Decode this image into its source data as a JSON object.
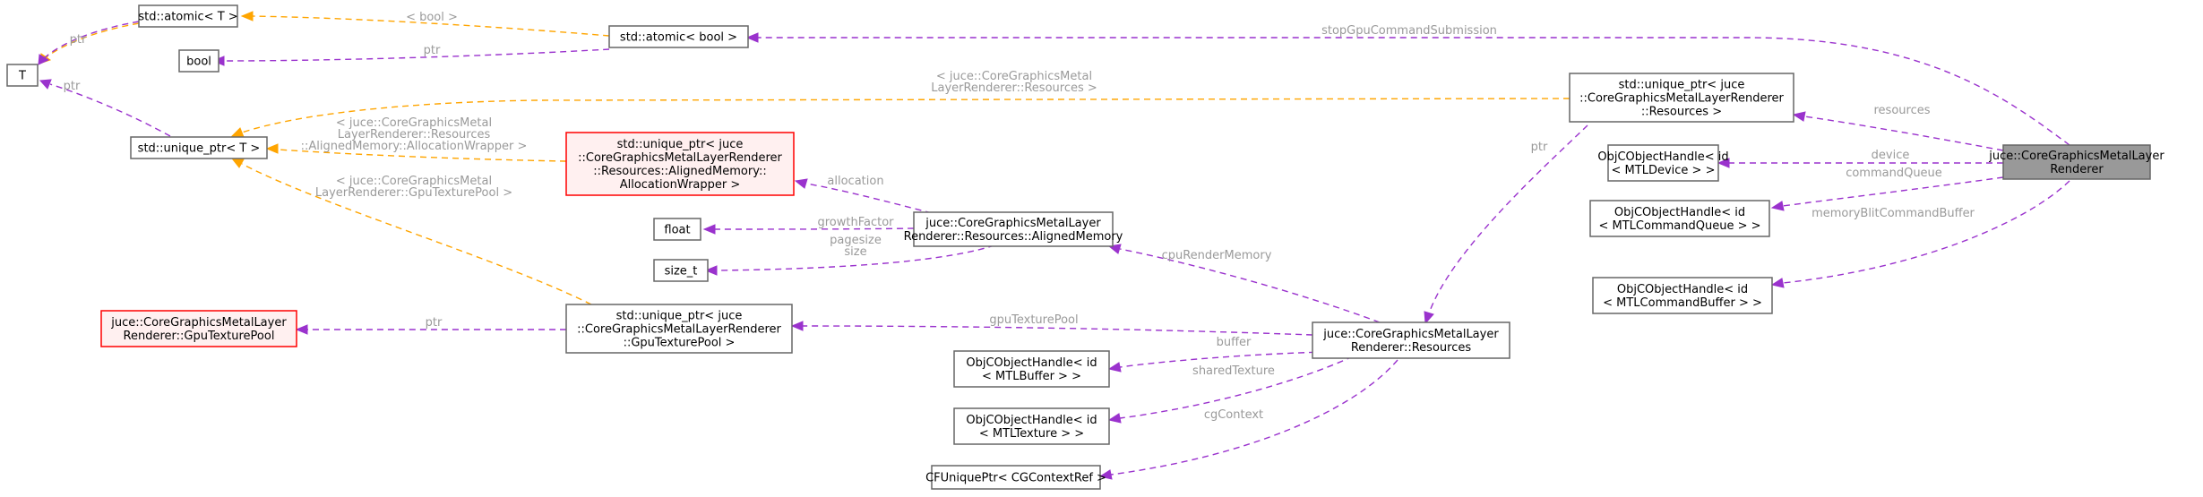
{
  "nodes": {
    "main": {
      "lines": [
        "juce::CoreGraphicsMetalLayer",
        "Renderer"
      ]
    },
    "atomic_t": {
      "lines": [
        "std::atomic< T >"
      ]
    },
    "atomic_bool": {
      "lines": [
        "std::atomic< bool >"
      ]
    },
    "t": {
      "lines": [
        "T"
      ]
    },
    "bool": {
      "lines": [
        "bool"
      ]
    },
    "unique_ptr_t": {
      "lines": [
        "std::unique_ptr< T >"
      ]
    },
    "aligned_wrapper": {
      "lines": [
        "std::unique_ptr< juce",
        "::CoreGraphicsMetalLayerRenderer",
        "::Resources::AlignedMemory::",
        "AllocationWrapper >"
      ]
    },
    "float": {
      "lines": [
        "float"
      ]
    },
    "size_t": {
      "lines": [
        "size_t"
      ]
    },
    "aligned_memory": {
      "lines": [
        "juce::CoreGraphicsMetalLayer",
        "Renderer::Resources::AlignedMemory"
      ]
    },
    "gpu_texture_pool": {
      "lines": [
        "juce::CoreGraphicsMetalLayer",
        "Renderer::GpuTexturePool"
      ]
    },
    "unique_gpu_pool": {
      "lines": [
        "std::unique_ptr< juce",
        "::CoreGraphicsMetalLayerRenderer",
        "::GpuTexturePool >"
      ]
    },
    "resources": {
      "lines": [
        "juce::CoreGraphicsMetalLayer",
        "Renderer::Resources"
      ]
    },
    "unique_resources": {
      "lines": [
        "std::unique_ptr< juce",
        "::CoreGraphicsMetalLayerRenderer",
        "::Resources >"
      ]
    },
    "mtl_device": {
      "lines": [
        "ObjCObjectHandle< id",
        "< MTLDevice > >"
      ]
    },
    "mtl_queue": {
      "lines": [
        "ObjCObjectHandle< id",
        "< MTLCommandQueue > >"
      ]
    },
    "mtl_cmdbuf": {
      "lines": [
        "ObjCObjectHandle< id",
        "< MTLCommandBuffer > >"
      ]
    },
    "mtl_buffer": {
      "lines": [
        "ObjCObjectHandle< id",
        "< MTLBuffer > >"
      ]
    },
    "mtl_texture": {
      "lines": [
        "ObjCObjectHandle< id",
        "< MTLTexture > >"
      ]
    },
    "cf_context": {
      "lines": [
        "CFUniquePtr< CGContextRef >"
      ]
    }
  },
  "edges": {
    "atomic_t_ptr": {
      "lines": [
        "ptr"
      ]
    },
    "atomic_bool_bool": {
      "lines": [
        "< bool >"
      ]
    },
    "atomic_bool_ptr": {
      "lines": [
        "ptr"
      ]
    },
    "unique_t_ptr": {
      "lines": [
        "ptr"
      ]
    },
    "stop_gpu": {
      "lines": [
        "stopGpuCommandSubmission"
      ]
    },
    "resources_tmpl": {
      "lines": [
        "< juce::CoreGraphicsMetal",
        "LayerRenderer::Resources >"
      ]
    },
    "aligned_tmpl": {
      "lines": [
        "< juce::CoreGraphicsMetal",
        "LayerRenderer::Resources",
        "::AlignedMemory::AllocationWrapper >"
      ]
    },
    "gpu_pool_tmpl": {
      "lines": [
        "< juce::CoreGraphicsMetal",
        "LayerRenderer::GpuTexturePool >"
      ]
    },
    "allocation": {
      "lines": [
        "allocation"
      ]
    },
    "growth_factor": {
      "lines": [
        "growthFactor"
      ]
    },
    "pagesize": {
      "lines": [
        "pagesize",
        "size"
      ]
    },
    "cpu_render_memory": {
      "lines": [
        "cpuRenderMemory"
      ]
    },
    "gpu_pool_ptr": {
      "lines": [
        "ptr"
      ]
    },
    "gpu_texture_pool": {
      "lines": [
        "gpuTexturePool"
      ]
    },
    "buffer": {
      "lines": [
        "buffer"
      ]
    },
    "shared_texture": {
      "lines": [
        "sharedTexture"
      ]
    },
    "cg_context": {
      "lines": [
        "cgContext"
      ]
    },
    "resources_ptr": {
      "lines": [
        "ptr"
      ]
    },
    "resources": {
      "lines": [
        "resources"
      ]
    },
    "device": {
      "lines": [
        "device"
      ]
    },
    "command_queue": {
      "lines": [
        "commandQueue"
      ]
    },
    "memory_blit": {
      "lines": [
        "memoryBlitCommandBuffer"
      ]
    }
  },
  "colors": {
    "member_edge": "#9a32cd",
    "template_edge": "#ffa500",
    "edge_label": "#9a9a9a",
    "node_border": "#666666",
    "incomplete_border": "#ff0000",
    "incomplete_fill": "#fff0f0",
    "main_fill": "#999999"
  }
}
